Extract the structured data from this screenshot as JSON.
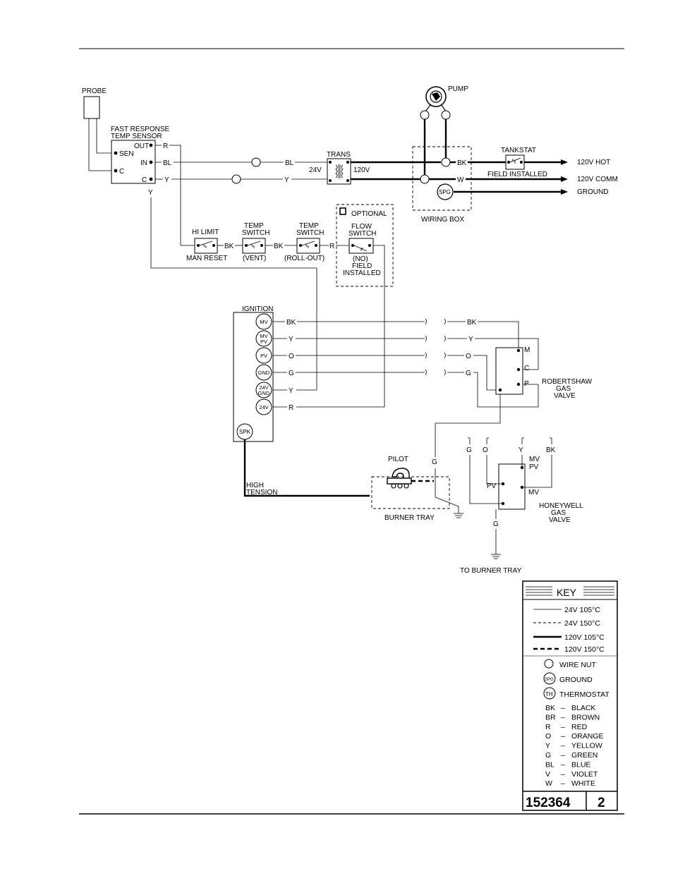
{
  "probe": {
    "label": "PROBE"
  },
  "sensor": {
    "title1": "FAST RESPONSE",
    "title2": "TEMP SENSOR",
    "sen": "SEN",
    "c_left": "C",
    "out": "OUT",
    "in": "IN",
    "c_right": "C",
    "y_bottom": "Y"
  },
  "wires": {
    "r": "R",
    "bl": "BL",
    "y": "Y",
    "bk": "BK",
    "w": "W",
    "o": "O",
    "g": "G"
  },
  "trans": {
    "title": "TRANS",
    "v24": "24V",
    "v120": "120V"
  },
  "pump": {
    "label": "PUMP"
  },
  "wiring_box": {
    "label": "WIRING BOX",
    "spg": "SPG"
  },
  "tankstat": {
    "label": "TANKSTAT",
    "field": "FIELD INSTALLED"
  },
  "power": {
    "hot": "120V HOT",
    "comm": "120V COMM",
    "ground": "GROUND"
  },
  "switches": {
    "hi_limit": {
      "title": "HI LIMIT",
      "sub": "MAN RESET"
    },
    "temp_vent": {
      "title1": "TEMP",
      "title2": "SWITCH",
      "sub": "(VENT)"
    },
    "temp_roll": {
      "title1": "TEMP",
      "title2": "SWITCH",
      "sub": "(ROLL-OUT)"
    },
    "flow": {
      "title1": "FLOW",
      "title2": "SWITCH",
      "sub1": "(NO)",
      "sub2": "FIELD",
      "sub3": "INSTALLED"
    }
  },
  "optional": {
    "label": "OPTIONAL"
  },
  "ignition": {
    "title": "IGNITION",
    "terminals": [
      "MV",
      "MV PV",
      "PV",
      "GND",
      "24V GND",
      "24V"
    ],
    "wires": [
      "BK",
      "Y",
      "O",
      "G",
      "Y",
      "R"
    ],
    "spk": "SPK",
    "high1": "HIGH",
    "high2": "TENSION"
  },
  "robertshaw": {
    "m": "M",
    "c": "C",
    "p": "P",
    "name1": "ROBERTSHAW",
    "name2": "GAS",
    "name3": "VALVE"
  },
  "honeywell": {
    "top_wires": [
      "G",
      "O",
      "Y",
      "BK"
    ],
    "mvpv1": "MV",
    "mvpv2": "PV",
    "pv": "PV",
    "mv": "MV",
    "name1": "HONEYWELL",
    "name2": "GAS",
    "name3": "VALVE",
    "g": "G"
  },
  "pilot": {
    "label": "PILOT",
    "g": "G",
    "tray": "BURNER TRAY"
  },
  "to_burner": "TO BURNER TRAY",
  "key": {
    "title": "KEY",
    "lines": [
      "24V 105°C",
      "24V 150°C",
      "120V 105°C",
      "120V 150°C"
    ],
    "symbols": [
      {
        "icon": "wire-nut-icon",
        "label": "WIRE NUT"
      },
      {
        "icon": "ground-icon",
        "badge": "SPG",
        "label": "GROUND"
      },
      {
        "icon": "thermostat-icon",
        "badge": "TH",
        "label": "THERMOSTAT"
      }
    ],
    "colors": [
      {
        "code": "BK",
        "name": "BLACK"
      },
      {
        "code": "BR",
        "name": "BROWN"
      },
      {
        "code": "R",
        "name": "RED"
      },
      {
        "code": "O",
        "name": "ORANGE"
      },
      {
        "code": "Y",
        "name": "YELLOW"
      },
      {
        "code": "G",
        "name": "GREEN"
      },
      {
        "code": "BL",
        "name": "BLUE"
      },
      {
        "code": "V",
        "name": "VIOLET"
      },
      {
        "code": "W",
        "name": "WHITE"
      }
    ],
    "doc_number": "152364",
    "revision": "2"
  }
}
